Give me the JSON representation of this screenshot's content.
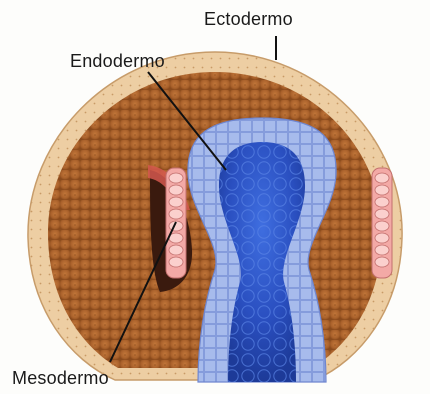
{
  "labels": {
    "ectoderm": "Ectodermo",
    "endoderm": "Endodermo",
    "mesoderm": "Mesodermo"
  },
  "colors": {
    "background": "#fdfdfb",
    "ectoderm_layer": "#eccb9e",
    "interior_brown": "#b0642a",
    "endoderm_outer": "#9fb3e8",
    "endoderm_core": "#2f55c8",
    "mesoderm": "#f2a6a6",
    "cavity": "#3a1a0e"
  }
}
